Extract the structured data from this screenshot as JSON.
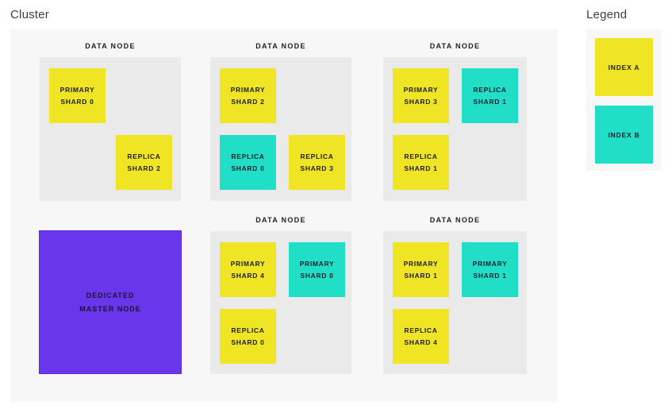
{
  "titles": {
    "cluster": "Cluster",
    "legend": "Legend"
  },
  "colors": {
    "index_a": "#EFE524",
    "index_b": "#21DFC7",
    "master": "#6A36EC",
    "master_border": "#5B2BDF",
    "panel_bg": "#F7F7F7",
    "node_bg": "#EAEAEA",
    "label_text": "#20202C",
    "title_text": "#3E3E3E"
  },
  "cluster": {
    "master": {
      "line1": "DEDICATED",
      "line2": "MASTER NODE"
    },
    "nodes": [
      {
        "label": "DATA NODE",
        "shards": [
          {
            "line1": "PRIMARY",
            "line2": "SHARD 0",
            "index": "A"
          },
          {
            "line1": "REPLICA",
            "line2": "SHARD 2",
            "index": "A"
          }
        ]
      },
      {
        "label": "DATA NODE",
        "shards": [
          {
            "line1": "PRIMARY",
            "line2": "SHARD 2",
            "index": "A"
          },
          {
            "line1": "REPLICA",
            "line2": "SHARD 0",
            "index": "B"
          },
          {
            "line1": "REPLICA",
            "line2": "SHARD 3",
            "index": "A"
          }
        ]
      },
      {
        "label": "DATA NODE",
        "shards": [
          {
            "line1": "PRIMARY",
            "line2": "SHARD 3",
            "index": "A"
          },
          {
            "line1": "REPLICA",
            "line2": "SHARD 1",
            "index": "B"
          },
          {
            "line1": "REPLICA",
            "line2": "SHARD 1",
            "index": "A"
          }
        ]
      },
      {
        "label": "DATA NODE",
        "shards": [
          {
            "line1": "PRIMARY",
            "line2": "SHARD 4",
            "index": "A"
          },
          {
            "line1": "PRIMARY",
            "line2": "SHARD 0",
            "index": "B"
          },
          {
            "line1": "REPLICA",
            "line2": "SHARD 0",
            "index": "A"
          }
        ]
      },
      {
        "label": "DATA NODE",
        "shards": [
          {
            "line1": "PRIMARY",
            "line2": "SHARD 1",
            "index": "A"
          },
          {
            "line1": "PRIMARY",
            "line2": "SHARD 1",
            "index": "B"
          },
          {
            "line1": "REPLICA",
            "line2": "SHARD 4",
            "index": "A"
          }
        ]
      }
    ]
  },
  "legend": {
    "items": [
      {
        "label": "INDEX A",
        "index": "A"
      },
      {
        "label": "INDEX B",
        "index": "B"
      }
    ]
  }
}
